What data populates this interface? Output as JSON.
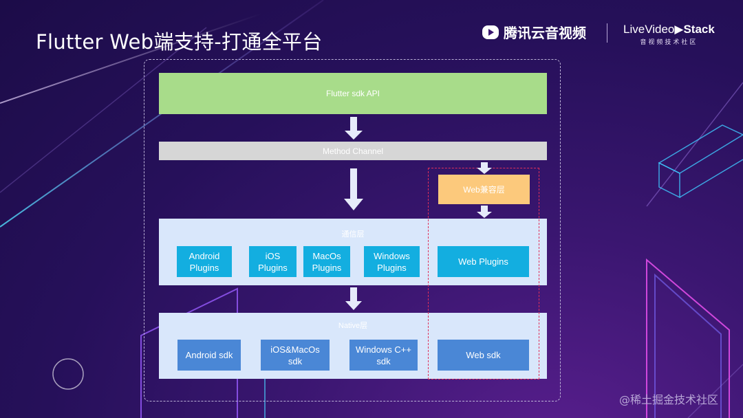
{
  "header": {
    "title": "Flutter Web端支持-打通全平台",
    "brand_tencent": "腾讯云音视频",
    "brand_lvs_prefix": "L",
    "brand_lvs_mid": "iveVideo",
    "brand_lvs_bold": "Stack",
    "brand_lvs_sub": "音视频技术社区"
  },
  "diagram": {
    "sdk_api": "Flutter sdk API",
    "method_channel": "Method Channel",
    "web_compat": "Web兼容层",
    "comm_layer": {
      "label": "通信层",
      "items": [
        {
          "l1": "Android",
          "l2": "Plugins"
        },
        {
          "l1": "iOS",
          "l2": "Plugins"
        },
        {
          "l1": "MacOs",
          "l2": "Plugins"
        },
        {
          "l1": "Windows",
          "l2": "Plugins"
        },
        {
          "l1": "Web Plugins",
          "l2": ""
        }
      ]
    },
    "native_layer": {
      "label": "Native层",
      "items": [
        {
          "l1": "Android sdk",
          "l2": ""
        },
        {
          "l1": "iOS&MacOs",
          "l2": "sdk"
        },
        {
          "l1": "Windows C++",
          "l2": "sdk"
        },
        {
          "l1": "Web sdk",
          "l2": ""
        }
      ]
    }
  },
  "watermark": "@稀土掘金技术社区",
  "colors": {
    "sdk_api": "#a8dc8a",
    "method_channel": "#d6d6d6",
    "web_compat": "#fcc97c",
    "layer_bg": "#d9e7fb",
    "plugin": "#13aee0",
    "sdk": "#4a87d6",
    "web_frame": "#e0305a"
  }
}
